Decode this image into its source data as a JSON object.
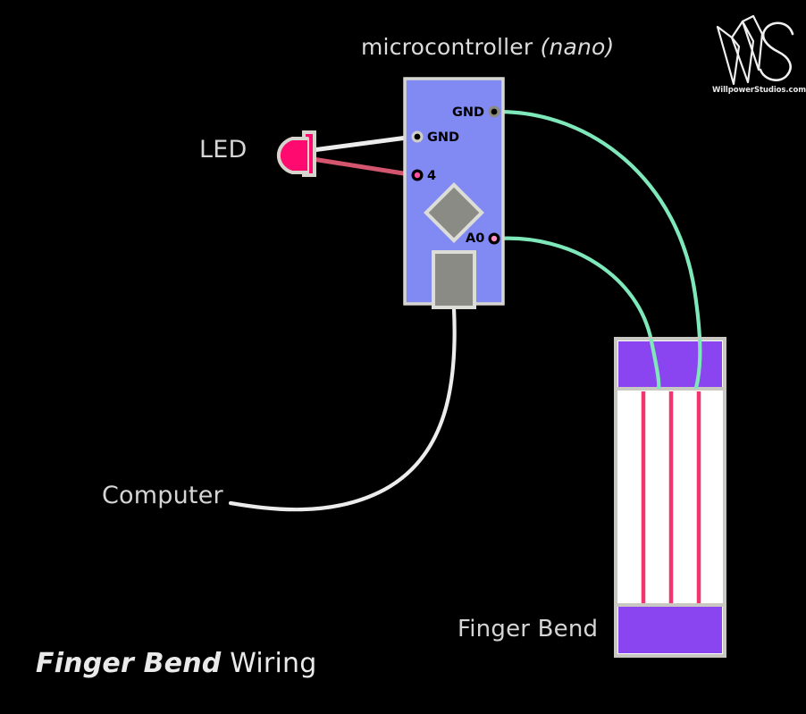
{
  "diagram": {
    "background_color": "#000000",
    "footer_title_bold": "Finger Bend",
    "footer_title_regular": " Wiring"
  },
  "microcontroller": {
    "title_main": "microcontroller ",
    "title_italic": "(nano)",
    "board_color": "#8189f2",
    "board_border_color": "#d8d6d0",
    "pins": [
      {
        "name": "pin-gnd-right",
        "label": "GND",
        "side": "right",
        "ring_color": "#8a8a82",
        "center_color": "#000000"
      },
      {
        "name": "pin-gnd-left",
        "label": "GND",
        "side": "left",
        "ring_color": "#cfcfc7",
        "center_color": "#000000"
      },
      {
        "name": "pin-4",
        "label": "4",
        "side": "left",
        "ring_color": "#000000",
        "center_color": "#ff4fa3"
      },
      {
        "name": "pin-a0",
        "label": "A0",
        "side": "right",
        "ring_color": "#000000",
        "center_color": "#ff8fc0"
      }
    ]
  },
  "led": {
    "label": "LED",
    "bulb_color": "#ff0a6e",
    "outline_color": "#d6d4cd"
  },
  "computer": {
    "label": "Computer",
    "cable_color": "#ececec"
  },
  "finger_bend": {
    "label": "Finger Bend",
    "header_color": "#8b45f0",
    "footer_color": "#8b45f0",
    "body_color": "#ffffff",
    "border_color": "#c9c7c1",
    "stripe_color": "#f2356e",
    "stripe_count": 3
  },
  "wires": [
    {
      "name": "wire-gnd-to-sensor",
      "color": "#7fe8bb",
      "from": "GND",
      "to": "Finger Bend"
    },
    {
      "name": "wire-a0-to-sensor",
      "color": "#7fe8bb",
      "from": "A0",
      "to": "Finger Bend"
    },
    {
      "name": "wire-led-gnd",
      "color": "#ececec",
      "from": "LED",
      "to": "GND"
    },
    {
      "name": "wire-led-signal",
      "color": "#d4556e",
      "from": "LED",
      "to": "4"
    },
    {
      "name": "wire-usb-computer",
      "color": "#ececec",
      "from": "USB",
      "to": "Computer"
    }
  ],
  "logo": {
    "monogram": "WS",
    "caption": "WillpowerStudios.com"
  }
}
